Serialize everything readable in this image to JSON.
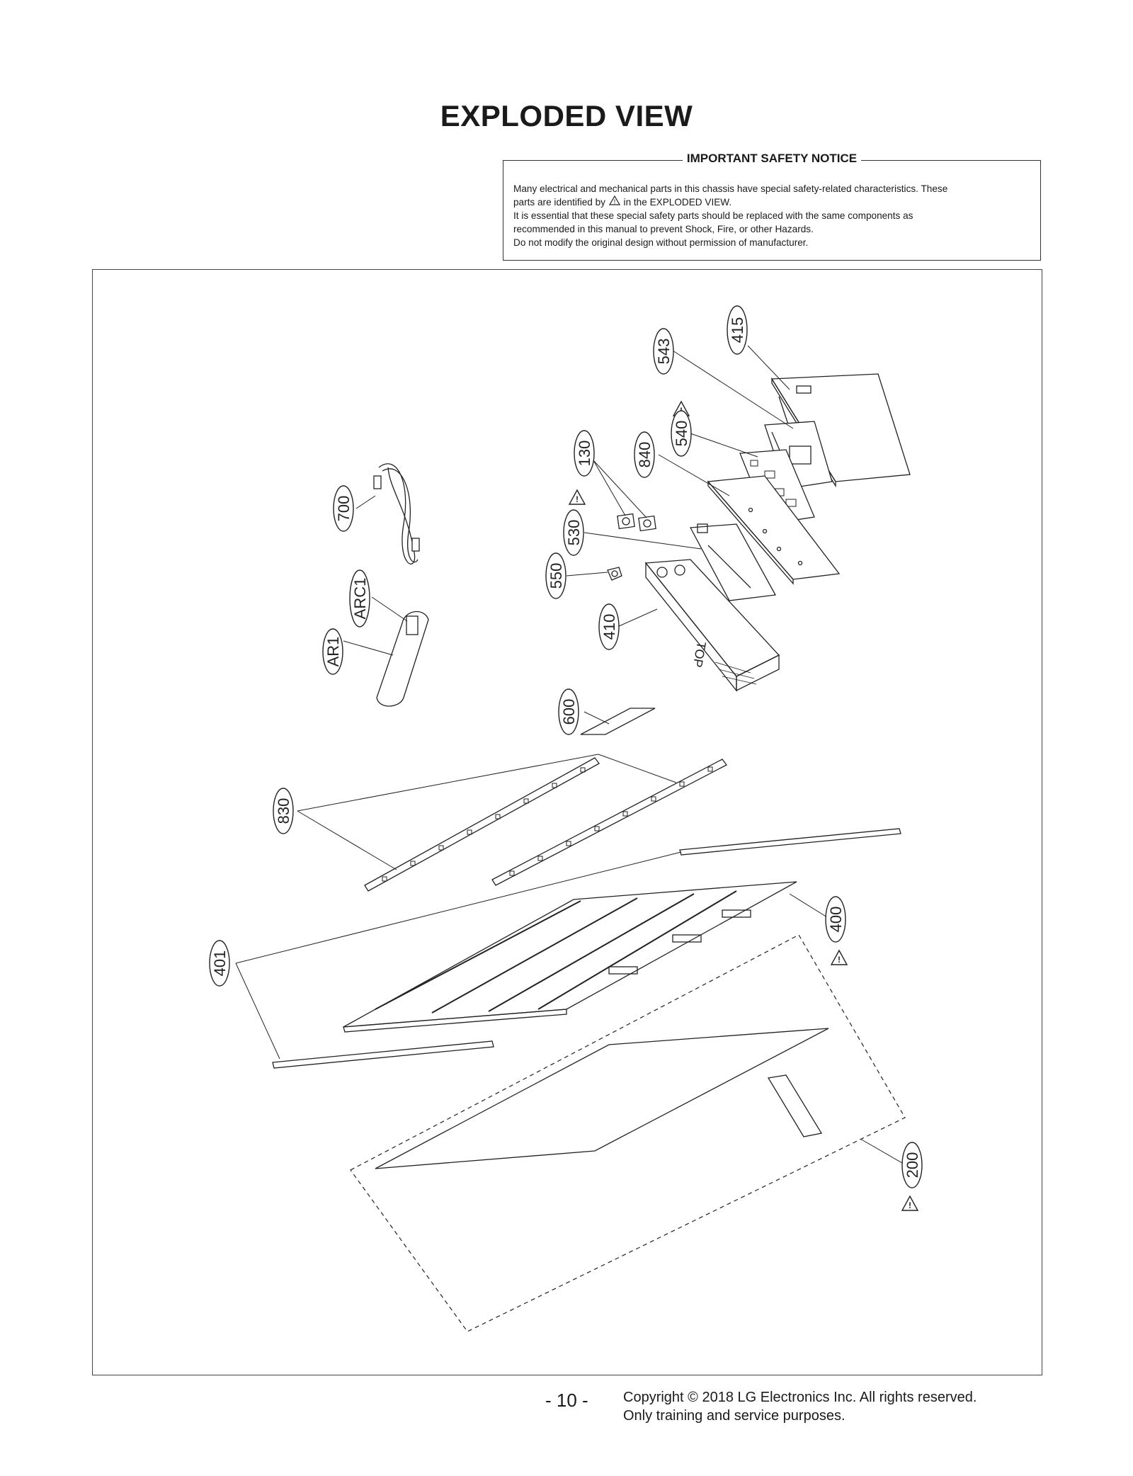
{
  "page_title": "EXPLODED VIEW",
  "notice": {
    "heading": "IMPORTANT SAFETY NOTICE",
    "line1": "Many electrical and mechanical parts in this chassis have special safety-related characteristics. These",
    "line2_pre": "parts are identified by",
    "line2_post": "in the EXPLODED VIEW.",
    "line3": "It is essential that these special safety parts should be replaced with the same components as",
    "line4": "recommended in this manual to prevent Shock, Fire, or other Hazards.",
    "line5": "Do not modify the original design without permission of manufacturer."
  },
  "parts": {
    "p415": "415",
    "p543": "543",
    "p540": "540",
    "p840": "840",
    "p130": "130",
    "p530": "530",
    "p550": "550",
    "p410": "410",
    "p700": "700",
    "arc1": "ARC1",
    "ar1": "AR1",
    "p600": "600",
    "p830": "830",
    "p400": "400",
    "p401": "401",
    "p200": "200"
  },
  "footer": {
    "page_number": "- 10 -",
    "copyright": "Copyright © 2018 LG Electronics Inc. All rights reserved.",
    "purpose": "Only training and service purposes."
  }
}
